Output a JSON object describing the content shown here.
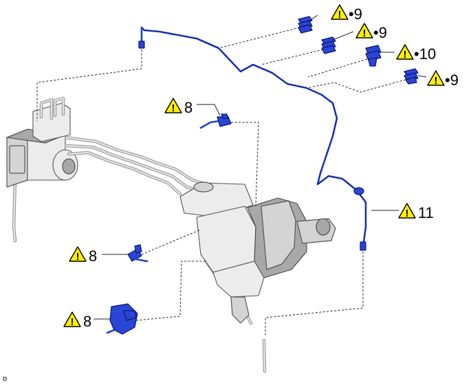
{
  "corner_label": "o",
  "callouts": [
    {
      "id": "top-1",
      "text": "•9"
    },
    {
      "id": "top-2",
      "text": "•9"
    },
    {
      "id": "top-3",
      "text": "•10"
    },
    {
      "id": "top-4",
      "text": "•9"
    },
    {
      "id": "sensor-clip",
      "text": "8"
    },
    {
      "id": "line-11",
      "text": "11"
    },
    {
      "id": "clip-mid",
      "text": "8"
    },
    {
      "id": "clip-bottom",
      "text": "8"
    }
  ],
  "colors": {
    "highlight_part": "#2a46d6",
    "warning_fill": "#ffee00",
    "body_grey": "#d4d4d4"
  },
  "icons": [
    "caution-icon"
  ]
}
